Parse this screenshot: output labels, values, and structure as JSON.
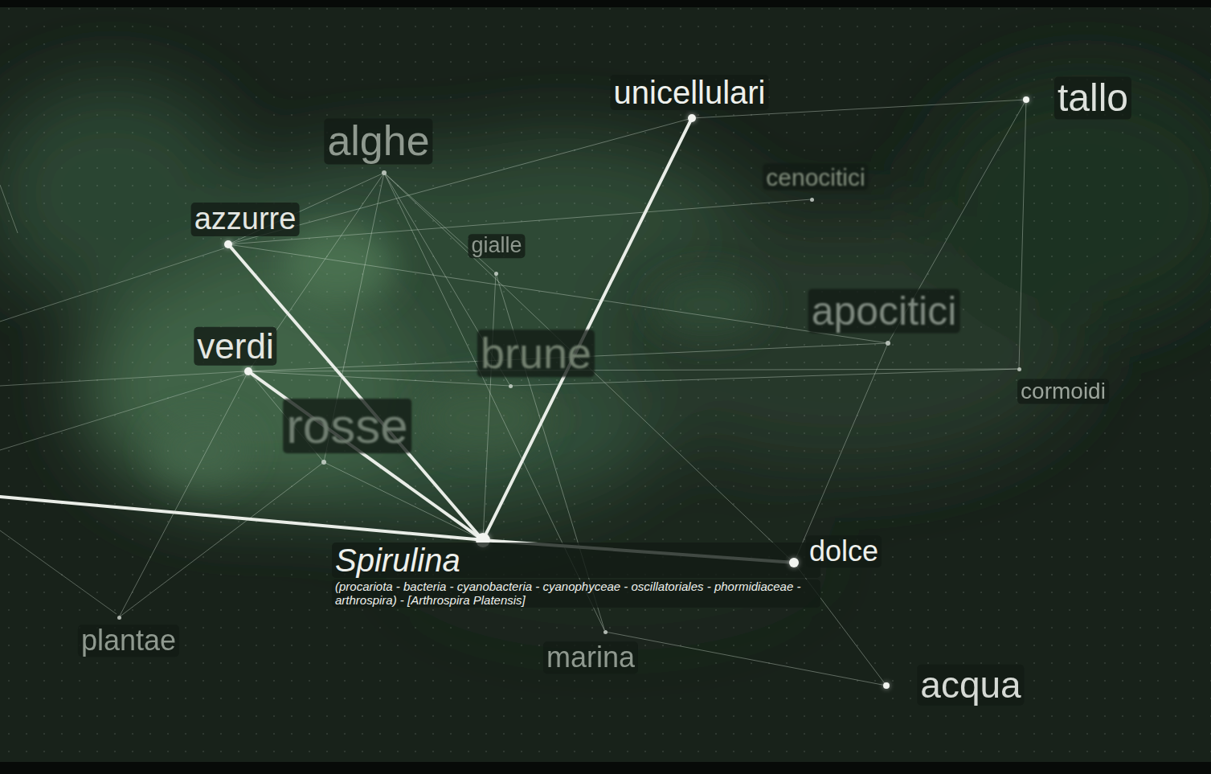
{
  "diagram": {
    "nodes": [
      {
        "text": [
          "unicellulari"
        ]
      },
      {
        "text": [
          "tallo"
        ]
      },
      {
        "text": [
          "alghe"
        ]
      },
      {
        "text": [
          "cenocitici"
        ]
      },
      {
        "text": [
          "azzurre"
        ]
      },
      {
        "text": [
          "gialle"
        ]
      },
      {
        "text": [
          "apocitici"
        ]
      },
      {
        "text": [
          "verdi"
        ]
      },
      {
        "text": [
          "brune"
        ]
      },
      {
        "text": [
          "cormoidi"
        ]
      },
      {
        "text": [
          "rosse"
        ]
      },
      {
        "text": [
          "Spirulina",
          "(procariota - bacteria - cyanobacteria - cyanophyceae - oscillatoriales - phormidiaceae - arthrospira) - [Arthrospira Platensis]"
        ]
      },
      {
        "text": [
          "dolce"
        ]
      },
      {
        "text": [
          "plantae"
        ]
      },
      {
        "text": [
          "marina"
        ]
      },
      {
        "text": [
          "acqua"
        ]
      }
    ],
    "edges": [
      {
        "from": 11,
        "to": 4,
        "arrow": "none"
      },
      {
        "from": 11,
        "to": 7,
        "arrow": "none"
      },
      {
        "from": 11,
        "to": 0,
        "arrow": "none"
      },
      {
        "from": 11,
        "to": 12,
        "arrow": "none"
      },
      {
        "from": 2,
        "to": 4,
        "arrow": "none"
      },
      {
        "from": 2,
        "to": 7,
        "arrow": "none"
      },
      {
        "from": 2,
        "to": 5,
        "arrow": "none"
      },
      {
        "from": 2,
        "to": 10,
        "arrow": "none"
      },
      {
        "from": 2,
        "to": 8,
        "arrow": "none"
      },
      {
        "from": 2,
        "to": 12,
        "arrow": "none"
      },
      {
        "from": 2,
        "to": 14,
        "arrow": "none"
      },
      {
        "from": 0,
        "to": 1,
        "arrow": "none"
      },
      {
        "from": 4,
        "to": 0,
        "arrow": "none"
      },
      {
        "from": 4,
        "to": 3,
        "arrow": "none"
      },
      {
        "from": 1,
        "to": 6,
        "arrow": "none"
      },
      {
        "from": 1,
        "to": 9,
        "arrow": "none"
      },
      {
        "from": 7,
        "to": 6,
        "arrow": "none"
      },
      {
        "from": 7,
        "to": 9,
        "arrow": "none"
      },
      {
        "from": 7,
        "to": 8,
        "arrow": "none"
      },
      {
        "from": 10,
        "to": 7,
        "arrow": "none"
      },
      {
        "from": 13,
        "to": 7,
        "arrow": "none"
      },
      {
        "from": 13,
        "to": 10,
        "arrow": "none"
      },
      {
        "from": 14,
        "to": 15,
        "arrow": "none"
      },
      {
        "from": 12,
        "to": 15,
        "arrow": "none"
      },
      {
        "from": 6,
        "to": 12,
        "arrow": "none"
      },
      {
        "from": 5,
        "to": 11,
        "arrow": "none"
      },
      {
        "from": 5,
        "to": 14,
        "arrow": "none"
      },
      {
        "from": 8,
        "to": 9,
        "arrow": "none"
      },
      {
        "from": 10,
        "to": 11,
        "arrow": "none"
      },
      {
        "from": 4,
        "to": 6,
        "arrow": "none"
      }
    ]
  }
}
